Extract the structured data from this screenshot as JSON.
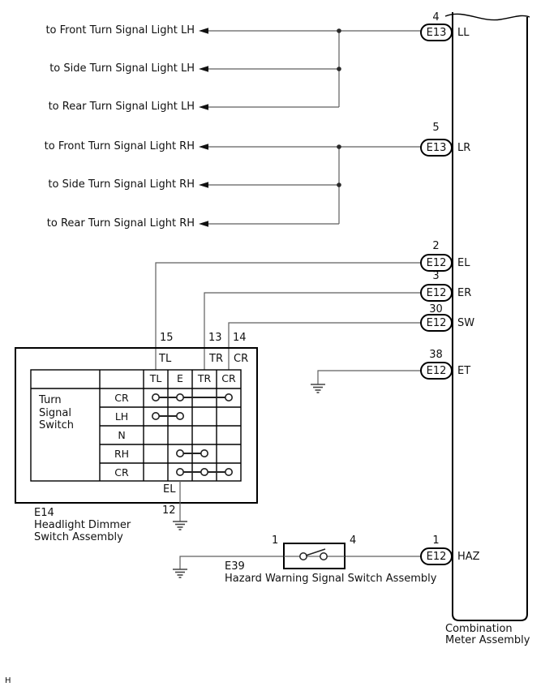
{
  "page_marker": "H",
  "diagram": {
    "destinations": [
      {
        "label": "to Front Turn Signal Light LH"
      },
      {
        "label": "to Side Turn Signal Light LH"
      },
      {
        "label": "to Rear Turn Signal Light LH"
      },
      {
        "label": "to Front Turn Signal Light RH"
      },
      {
        "label": "to Side Turn Signal Light RH"
      },
      {
        "label": "to Rear Turn Signal Light RH"
      }
    ],
    "connector_pins": [
      {
        "pin": "4",
        "id": "E13",
        "port": "LL"
      },
      {
        "pin": "5",
        "id": "E13",
        "port": "LR"
      },
      {
        "pin": "2",
        "id": "E12",
        "port": "EL"
      },
      {
        "pin": "3",
        "id": "E12",
        "port": "ER"
      },
      {
        "pin": "30",
        "id": "E12",
        "port": "SW"
      },
      {
        "pin": "38",
        "id": "E12",
        "port": "ET"
      },
      {
        "pin": "1",
        "id": "E12",
        "port": "HAZ"
      }
    ],
    "dimmer_switch": {
      "code": "E14",
      "name_line1": "Headlight Dimmer",
      "name_line2": "Switch Assembly",
      "top_pins": [
        {
          "pin": "15",
          "wire": "TL"
        },
        {
          "pin": "13",
          "wire": "TR"
        },
        {
          "pin": "14",
          "wire": "CR"
        }
      ],
      "bottom_pin": {
        "pin": "12",
        "wire": "EL"
      },
      "table": {
        "title": "Turn Signal Switch",
        "columns": [
          "TL",
          "E",
          "TR",
          "CR"
        ],
        "rows": [
          {
            "label": "CR",
            "contacts": [
              "TL",
              "E",
              "CR"
            ]
          },
          {
            "label": "LH",
            "contacts": [
              "TL",
              "E"
            ]
          },
          {
            "label": "N",
            "contacts": []
          },
          {
            "label": "RH",
            "contacts": [
              "E",
              "TR"
            ]
          },
          {
            "label": "CR",
            "contacts": [
              "E",
              "TR",
              "CR"
            ]
          }
        ]
      }
    },
    "hazard_switch": {
      "code": "E39",
      "name": "Hazard Warning Signal Switch Assembly",
      "pin_left": "1",
      "pin_right": "4"
    },
    "meter": {
      "name_line1": "Combination",
      "name_line2": "Meter Assembly"
    }
  }
}
